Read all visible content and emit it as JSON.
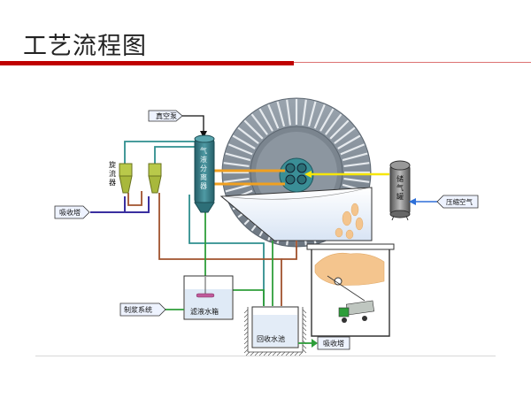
{
  "title": "工艺流程图",
  "labels": {
    "vacuum_pump": "真空泵",
    "cyclone": [
      "旋",
      "流",
      "器"
    ],
    "separator": [
      "气",
      "液",
      "分",
      "离",
      "器"
    ],
    "storage_tank": [
      "储",
      "气",
      "罐"
    ],
    "compressed_air": "压缩空气",
    "absorber_left": "吸收塔",
    "absorber_bottom": "吸收塔",
    "pulping_system": "制浆系统",
    "filtrate_tank": "滤液水箱",
    "recovery_pool": "回收水池"
  },
  "colors": {
    "accent": "#c00000",
    "separator_body": "#3a7f8a",
    "cyclone": "#b9c94a",
    "pipe_teal": "#2f8e8e",
    "pipe_green": "#2e9e3a",
    "pipe_brown": "#a0522d",
    "pipe_blue": "#3a2fa0",
    "pipe_orange": "#f0a020",
    "pipe_yellow": "#f6e60a",
    "arrow_green": "#2e8b57",
    "cake": "#f4c58e",
    "tank_gray": "#777777"
  }
}
